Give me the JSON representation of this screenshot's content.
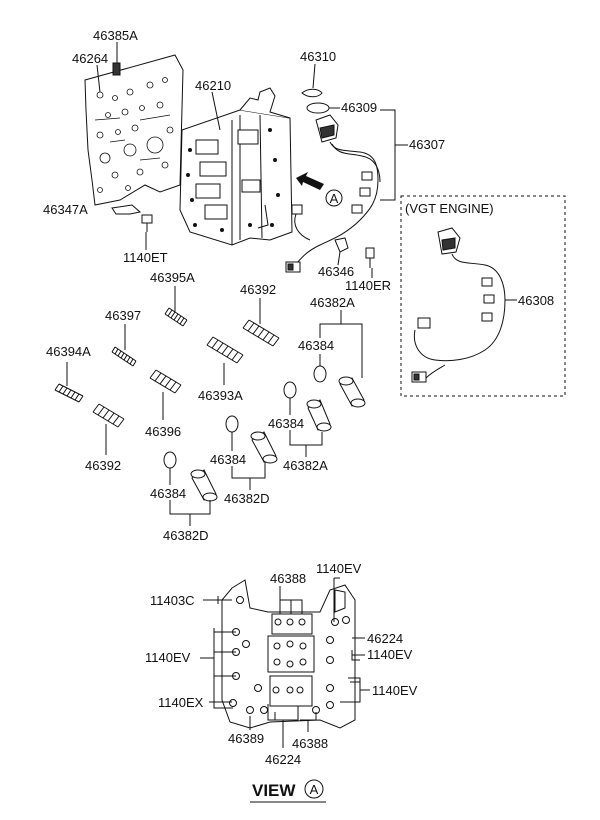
{
  "labels": {
    "p46385A": "46385A",
    "p46264": "46264",
    "p46210": "46210",
    "p46310": "46310",
    "p46309": "46309",
    "p46307": "46307",
    "p46347A": "46347A",
    "p1140ET": "1140ET",
    "p46346": "46346",
    "p1140ER": "1140ER",
    "vgt_engine": "(VGT ENGINE)",
    "p46308": "46308",
    "p46395A": "46395A",
    "p46392_top": "46392",
    "p46382A_top": "46382A",
    "p46397": "46397",
    "p46384_a": "46384",
    "p46394A": "46394A",
    "p46393A": "46393A",
    "p46396": "46396",
    "p46384_b": "46384",
    "p46382A_mid": "46382A",
    "p46392_bot": "46392",
    "p46384_c": "46384",
    "p46382D_mid": "46382D",
    "p46384_d": "46384",
    "p46382D_bot": "46382D",
    "p46388_top": "46388",
    "p1140EV_top": "1140EV",
    "p11403C": "11403C",
    "p46224_r": "46224",
    "p1140EV_left": "1140EV",
    "p1140EV_right": "1140EV",
    "p1140EV_right2": "1140EV",
    "p1140EX": "1140EX",
    "p46389": "46389",
    "p46388_bot": "46388",
    "p46224_bot": "46224",
    "view": "VIEW",
    "circle_a": "A",
    "circle_a_view": "A"
  }
}
